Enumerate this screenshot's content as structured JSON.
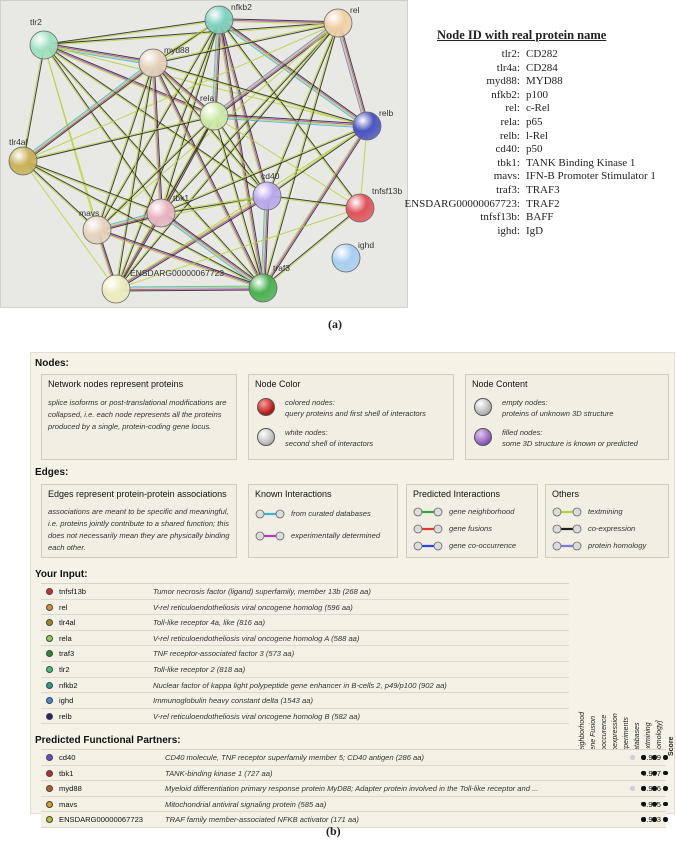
{
  "figure_a": {
    "caption": "(a)",
    "nodes": [
      {
        "id": "tlr2",
        "label": "tlr2",
        "color": "#9fe0c2"
      },
      {
        "id": "nfkb2",
        "label": "nfkb2",
        "color": "#7fd1bf"
      },
      {
        "id": "rel",
        "label": "rel",
        "color": "#f0d0a8"
      },
      {
        "id": "myd88",
        "label": "myd88",
        "color": "#e5d3bb"
      },
      {
        "id": "rela",
        "label": "rela",
        "color": "#cdeaa8"
      },
      {
        "id": "relb",
        "label": "relb",
        "color": "#4b55c0"
      },
      {
        "id": "tlr4al",
        "label": "tlr4al",
        "color": "#c8b25a"
      },
      {
        "id": "cd40",
        "label": "cd40",
        "color": "#b8a8ec"
      },
      {
        "id": "tnfsf13b",
        "label": "tnfsf13b",
        "color": "#e0545a"
      },
      {
        "id": "mavs",
        "label": "mavs",
        "color": "#e5d3bb"
      },
      {
        "id": "tbk1",
        "label": "tbk1",
        "color": "#e8b5c0"
      },
      {
        "id": "ighd",
        "label": "ighd",
        "color": "#a8cff0"
      },
      {
        "id": "ensdarg",
        "label": "ENSDARG00000067723",
        "color": "#ecebbe"
      },
      {
        "id": "traf3",
        "label": "traf3",
        "color": "#4cb050"
      }
    ],
    "mapping": {
      "title": "Node ID with real protein name",
      "rows": [
        {
          "id": "tlr2:",
          "name": "CD282"
        },
        {
          "id": "tlr4a:",
          "name": "CD284"
        },
        {
          "id": "myd88:",
          "name": "MYD88"
        },
        {
          "id": "nfkb2:",
          "name": "p100"
        },
        {
          "id": "rel:",
          "name": "c-Rel"
        },
        {
          "id": "rela:",
          "name": "p65"
        },
        {
          "id": "relb:",
          "name": "l-Rel"
        },
        {
          "id": "cd40:",
          "name": "p50"
        },
        {
          "id": "tbk1:",
          "name": "TANK Binding Kinase 1"
        },
        {
          "id": "mavs:",
          "name": "IFN-B Promoter Stimulator 1"
        },
        {
          "id": "traf3:",
          "name": "TRAF3"
        },
        {
          "id": "ENSDARG00000067723:",
          "name": "TRAF2"
        },
        {
          "id": "tnfsf13b:",
          "name": "BAFF"
        },
        {
          "id": "ighd:",
          "name": "IgD"
        }
      ]
    }
  },
  "figure_b": {
    "caption": "(b)",
    "nodes_title": "Nodes:",
    "network_nodes": {
      "title": "Network nodes represent proteins",
      "text": "splice isoforms or post-translational modifications are collapsed, i.e. each node represents all the proteins produced by a single, protein-coding gene locus."
    },
    "node_color": {
      "title": "Node Color",
      "colored_1": "colored nodes:",
      "colored_2": "query proteins and first shell of interactors",
      "white_1": "white nodes:",
      "white_2": "second shell of interactors"
    },
    "node_content": {
      "title": "Node Content",
      "empty_1": "empty nodes:",
      "empty_2": "proteins of unknown 3D structure",
      "filled_1": "filled nodes:",
      "filled_2": "some 3D structure is known or predicted"
    },
    "edges_title": "Edges:",
    "edges_box": {
      "title": "Edges represent protein-protein associations",
      "text": "associations are meant to be specific and meaningful, i.e. proteins jointly contribute to a shared function; this does not necessarily mean they are physically binding each other."
    },
    "known": {
      "title": "Known Interactions",
      "items": [
        {
          "label": "from curated databases",
          "color": "#3fb5d6"
        },
        {
          "label": "experimentally determined",
          "color": "#b040b8"
        }
      ]
    },
    "predicted": {
      "title": "Predicted Interactions",
      "items": [
        {
          "label": "gene neighborhood",
          "color": "#2ea83a"
        },
        {
          "label": "gene fusions",
          "color": "#e03a2a"
        },
        {
          "label": "gene co-occurrence",
          "color": "#2a48e0"
        }
      ]
    },
    "others": {
      "title": "Others",
      "items": [
        {
          "label": "textmining",
          "color": "#b6d43a"
        },
        {
          "label": "co-expression",
          "color": "#222222"
        },
        {
          "label": "protein homology",
          "color": "#7a7ad8"
        }
      ]
    },
    "input_title": "Your Input:",
    "input_rows": [
      {
        "name": "tnfsf13b",
        "desc": "Tumor necrosis factor (ligand) superfamily, member 13b (268 aa)",
        "color": "#d42a2a"
      },
      {
        "name": "rel",
        "desc": "V-rel reticuloendotheliosis viral oncogene homolog (596 aa)",
        "color": "#e08a30"
      },
      {
        "name": "tlr4al",
        "desc": "Toll-like receptor 4a, like (816 aa)",
        "color": "#a08a20"
      },
      {
        "name": "rela",
        "desc": "V-rel reticuloendotheliosis viral oncogene homolog A (588 aa)",
        "color": "#8ad050"
      },
      {
        "name": "traf3",
        "desc": "TNF receptor-associated factor 3 (573 aa)",
        "color": "#2a8a2a"
      },
      {
        "name": "tlr2",
        "desc": "Toll-like receptor 2 (818 aa)",
        "color": "#40c080"
      },
      {
        "name": "nfkb2",
        "desc": "Nuclear factor of kappa light polypeptide gene enhancer in B-cells 2, p49/p100 (902 aa)",
        "color": "#2a9a90"
      },
      {
        "name": "ighd",
        "desc": "Immunoglobulin heavy constant delta (1543 aa)",
        "color": "#3a90d8"
      },
      {
        "name": "relb",
        "desc": "V-rel reticuloendotheliosis viral oncogene homolog B (582 aa)",
        "color": "#20207a"
      }
    ],
    "column_headers": [
      "Neighborhood",
      "Gene Fusion",
      "Cooccurence",
      "Coexpression",
      "Experiments",
      "Databases",
      "Textmining",
      "[Homology]",
      "Score"
    ],
    "partners_title": "Predicted Functional Partners:",
    "partner_rows": [
      {
        "name": "cd40",
        "desc": "CD40 molecule, TNF receptor superfamily member 5; CD40 antigen (286 aa)",
        "score": "0.999",
        "color": "#6a4ad0",
        "ev": [
          0,
          0,
          0,
          0,
          0.3,
          1,
          1,
          1
        ]
      },
      {
        "name": "tbk1",
        "desc": "TANK-binding kinase 1 (727 aa)",
        "score": "0.997",
        "color": "#c02a2a",
        "ev": [
          0,
          0,
          0,
          0,
          0,
          1,
          1,
          1
        ]
      },
      {
        "name": "myd88",
        "desc": "Myeloid differentiation primary response protein MyD88; Adapter protein involved in the Toll-like receptor and ...",
        "score": "0.996",
        "color": "#c05a20",
        "ev": [
          0,
          0,
          0,
          0,
          0.3,
          1,
          1,
          1
        ]
      },
      {
        "name": "mavs",
        "desc": "Mitochondrial antiviral signaling protein (585 aa)",
        "score": "0.995",
        "color": "#d0a020",
        "ev": [
          0,
          0,
          0,
          0,
          0,
          1,
          1,
          1
        ]
      },
      {
        "name": "ENSDARG00000067723",
        "desc": "TRAF family member-associated NFKB activator (171 aa)",
        "score": "0.993",
        "color": "#b0c030",
        "ev": [
          0,
          0,
          0,
          0,
          0,
          1,
          1,
          1
        ]
      }
    ]
  }
}
